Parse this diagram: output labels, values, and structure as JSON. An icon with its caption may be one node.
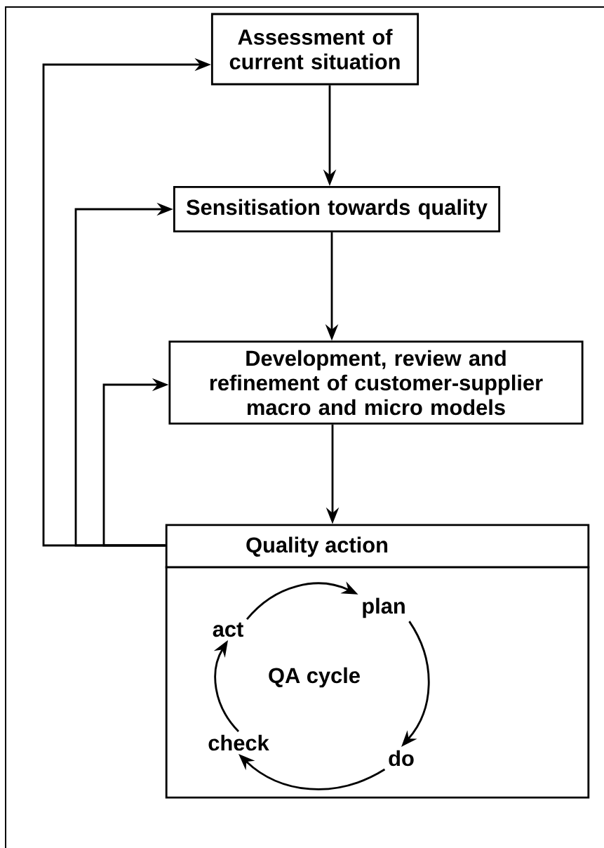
{
  "diagram": {
    "nodes": [
      {
        "text": [
          "Assessment of current situation"
        ]
      },
      {
        "text": [
          "Sensitisation towards quality"
        ]
      },
      {
        "text": [
          "Development, review and refinement of customer-supplier macro and micro models"
        ]
      },
      {
        "text": [
          "Quality action",
          "QA cycle"
        ]
      },
      {
        "text": [
          "plan"
        ],
        "in": 3
      },
      {
        "text": [
          "do"
        ],
        "in": 3
      },
      {
        "text": [
          "check"
        ],
        "in": 3
      },
      {
        "text": [
          "act"
        ],
        "in": 3
      }
    ],
    "edges": [
      {
        "from": 0,
        "to": 1,
        "arrow": "to"
      },
      {
        "from": 1,
        "to": 2,
        "arrow": "to"
      },
      {
        "from": 2,
        "to": 3,
        "arrow": "to"
      },
      {
        "from": 3,
        "to": 0,
        "arrow": "to"
      },
      {
        "from": 3,
        "to": 1,
        "arrow": "to"
      },
      {
        "from": 3,
        "to": 2,
        "arrow": "to"
      },
      {
        "from": 7,
        "to": 4,
        "arrow": "to"
      },
      {
        "from": 4,
        "to": 5,
        "arrow": "to"
      },
      {
        "from": 5,
        "to": 6,
        "arrow": "to"
      },
      {
        "from": 6,
        "to": 7,
        "arrow": "to"
      }
    ]
  }
}
